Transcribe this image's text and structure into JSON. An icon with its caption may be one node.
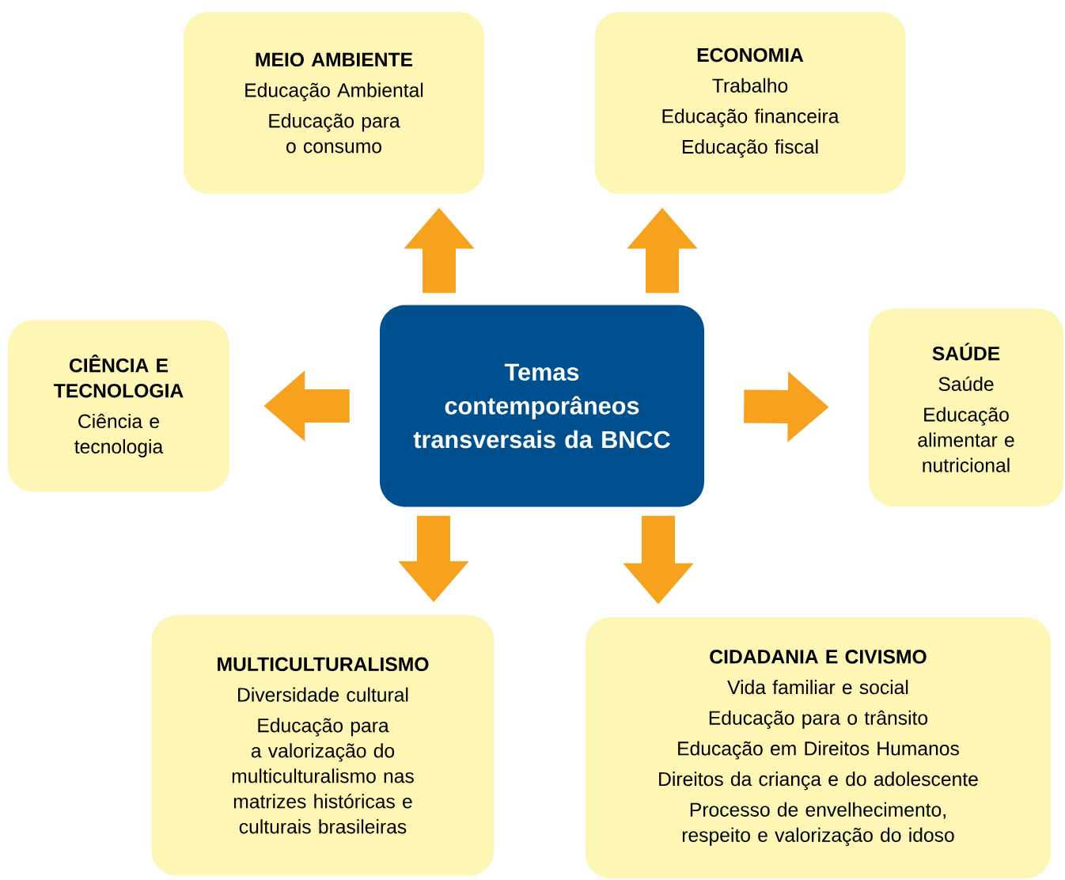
{
  "diagram": {
    "nodes": [
      {
        "text": [
          "MEIO AMBIENTE",
          "Educação Ambiental",
          "Educação para o consumo"
        ]
      },
      {
        "text": [
          "ECONOMIA",
          "Trabalho",
          "Educação financeira",
          "Educação fiscal"
        ]
      },
      {
        "text": [
          "CIÊNCIA E TECNOLOGIA",
          "Ciência e tecnologia"
        ]
      },
      {
        "text": [
          "Temas contemporâneos transversais da BNCC"
        ]
      },
      {
        "text": [
          "SAÚDE",
          "Saúde",
          "Educação alimentar e nutricional"
        ]
      },
      {
        "text": [
          "MULTICULTURALISMO",
          "Diversidade cultural",
          "Educação para a valorização do multiculturalismo nas matrizes históricas e culturais brasileiras"
        ]
      },
      {
        "text": [
          "CIDADANIA E CIVISMO",
          "Vida familiar e social",
          "Educação para o trânsito",
          "Educação em Direitos Humanos",
          "Direitos da criança e do adolescente",
          "Processo de envelhecimento, respeito e valorização do idoso"
        ]
      }
    ],
    "edges": [
      {
        "from": 3,
        "to": 0,
        "arrow": "to"
      },
      {
        "from": 3,
        "to": 1,
        "arrow": "to"
      },
      {
        "from": 3,
        "to": 2,
        "arrow": "to"
      },
      {
        "from": 3,
        "to": 4,
        "arrow": "to"
      },
      {
        "from": 3,
        "to": 5,
        "arrow": "to"
      },
      {
        "from": 3,
        "to": 6,
        "arrow": "to"
      }
    ]
  }
}
